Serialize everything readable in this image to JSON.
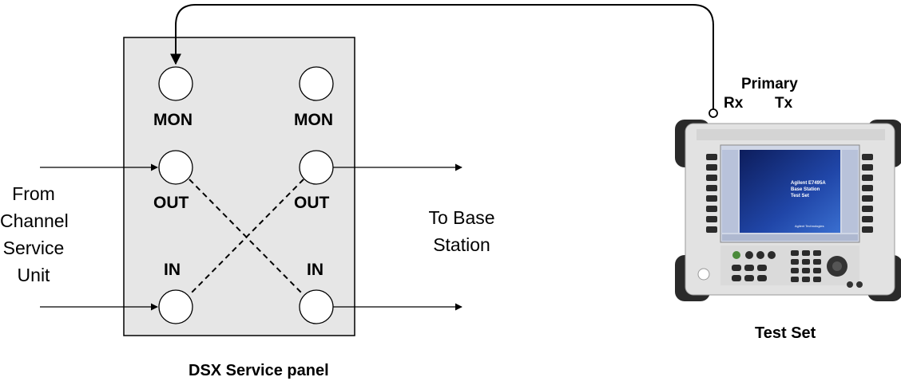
{
  "panel": {
    "caption": "DSX Service panel",
    "ports": {
      "mon_left": "MON",
      "mon_right": "MON",
      "out_left": "OUT",
      "out_right": "OUT",
      "in_left": "IN",
      "in_right": "IN"
    }
  },
  "from_label": [
    "From",
    "Channel",
    "Service",
    "Unit"
  ],
  "to_label": [
    "To Base",
    "Station"
  ],
  "test_set": {
    "caption": "Test Set",
    "primary_label": "Primary",
    "rx_label": "Rx",
    "tx_label": "Tx",
    "screen_title_1": "Agilent E7495A",
    "screen_title_2": "Base Station",
    "screen_title_3": "Test Set",
    "brand": "Agilent Technologies"
  },
  "colors": {
    "panel_fill": "#e6e6e6",
    "line": "#000000",
    "device_body": "#e2e2e2",
    "device_bumper": "#2a2a2a",
    "screen": "#1a3a8a"
  }
}
